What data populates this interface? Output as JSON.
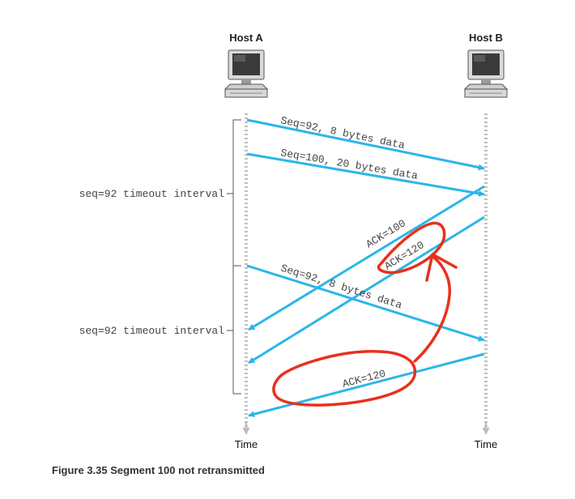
{
  "hosts": {
    "a_label": "Host A",
    "b_label": "Host B"
  },
  "time_labels": {
    "a": "Time",
    "b": "Time"
  },
  "timeouts": [
    {
      "label": "seq=92 timeout interval"
    },
    {
      "label": "seq=92 timeout interval"
    }
  ],
  "messages": [
    {
      "label": "Seq=92, 8 bytes data"
    },
    {
      "label": "Seq=100, 20 bytes data"
    },
    {
      "label": "ACK=100"
    },
    {
      "label": "ACK=120"
    },
    {
      "label": "Seq=92, 8 bytes data"
    },
    {
      "label": "ACK=120"
    }
  ],
  "caption": "Figure 3.35 Segment 100 not retransmitted",
  "colors": {
    "arrow": "#2bb6e8",
    "annotation": "#e8311c",
    "timeline": "#bfbfbf"
  },
  "icons": [
    "computer-icon",
    "computer-icon"
  ]
}
